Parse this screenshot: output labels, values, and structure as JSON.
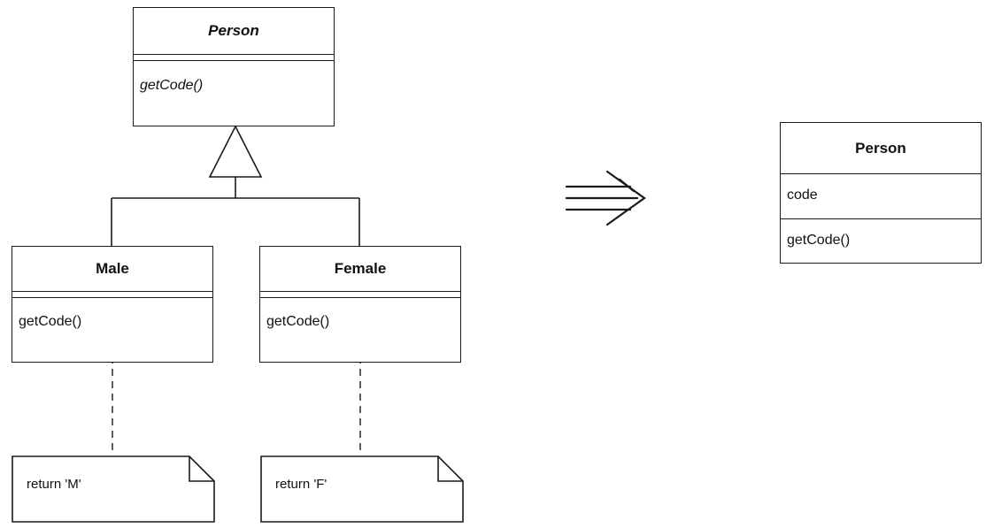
{
  "left": {
    "superclass": {
      "name": "Person",
      "operation": "getCode()"
    },
    "subclasses": [
      {
        "name": "Male",
        "operation": "getCode()",
        "note": "return 'M'"
      },
      {
        "name": "Female",
        "operation": "getCode()",
        "note": "return 'F'"
      }
    ]
  },
  "right": {
    "class": {
      "name": "Person",
      "attribute": "code",
      "operation": "getCode()"
    }
  },
  "colors": {
    "line": "#1a1a1a",
    "background": "#ffffff"
  }
}
